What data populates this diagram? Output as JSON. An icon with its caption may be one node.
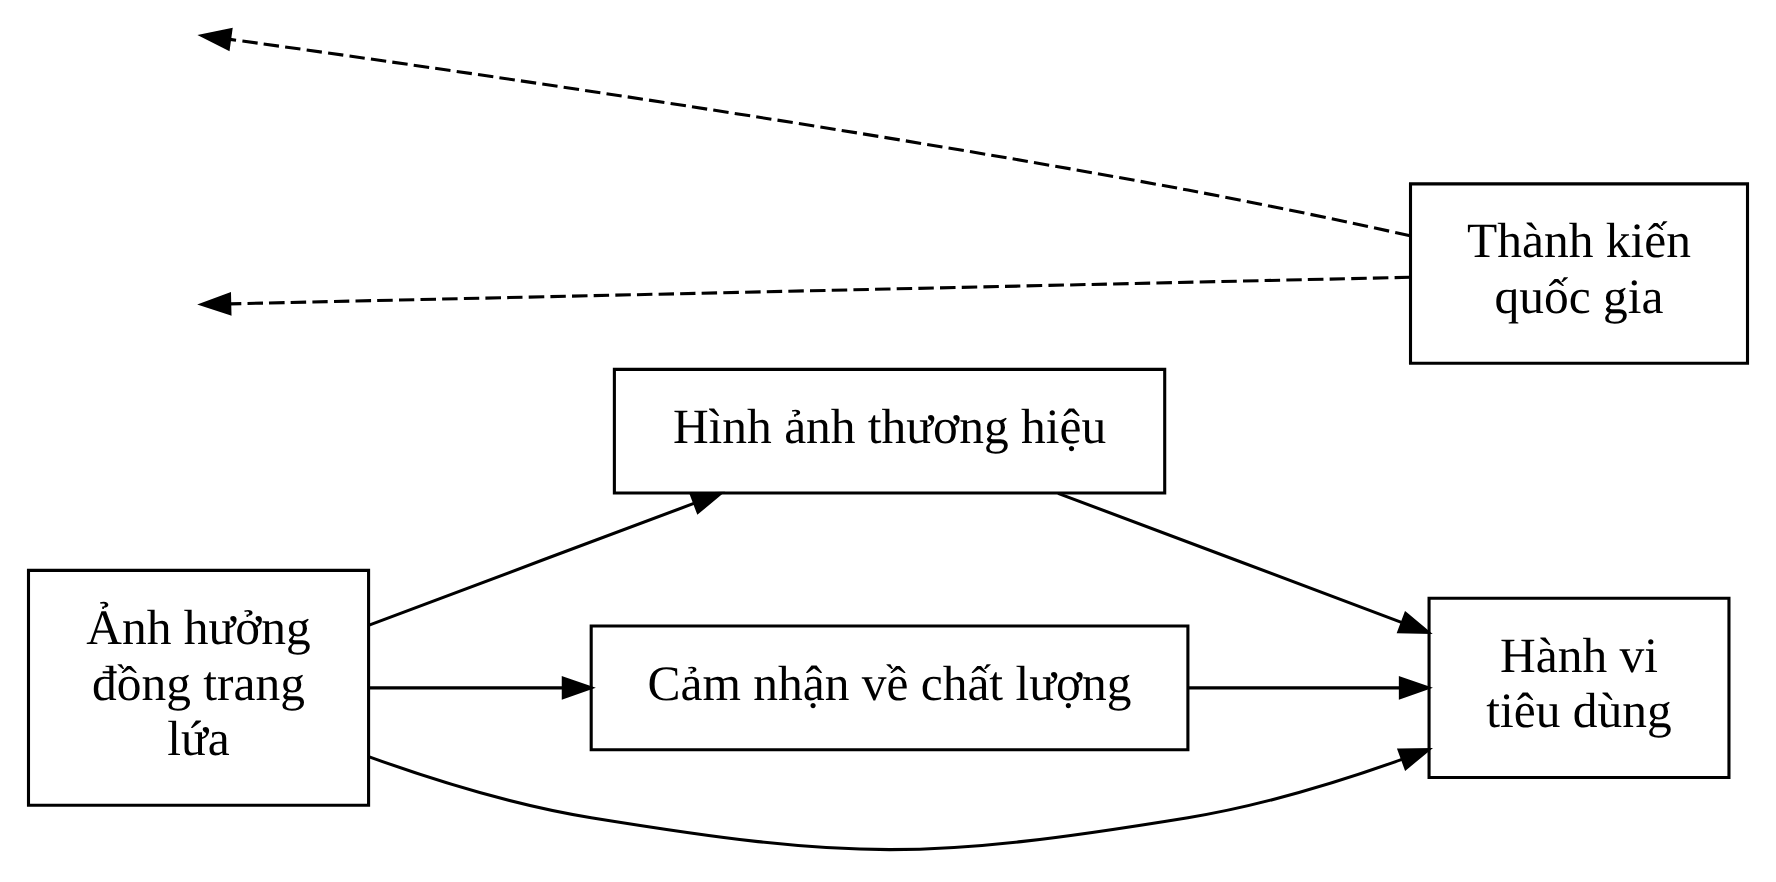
{
  "diagram": {
    "nodes": [
      {
        "text": [
          "Ảnh hưởng đồng trang lứa"
        ]
      },
      {
        "text": [
          "Hình ảnh thương hiệu"
        ]
      },
      {
        "text": [
          "Cảm nhận về chất lượng"
        ]
      },
      {
        "text": [
          "Hành vi tiêu dùng"
        ]
      },
      {
        "text": [
          "Thành kiến quốc gia"
        ]
      }
    ],
    "edges": [
      {
        "from": 0,
        "to": 1,
        "arrow": "to"
      },
      {
        "from": 0,
        "to": 3,
        "arrow": "to"
      },
      {
        "from": 0,
        "to": 2,
        "arrow": "to"
      },
      {
        "from": 1,
        "to": 3,
        "arrow": "to"
      },
      {
        "from": 2,
        "to": 3,
        "arrow": "to"
      },
      {
        "from": 4,
        "to": null,
        "arrow": "to",
        "style": "dashed"
      },
      {
        "from": 4,
        "to": null,
        "arrow": "to",
        "style": "dashed"
      }
    ]
  }
}
